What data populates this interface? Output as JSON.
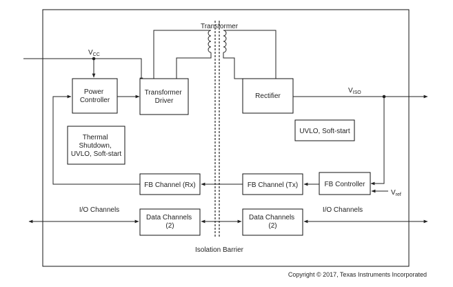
{
  "diagram": {
    "transformer_label": "Transformer",
    "vcc": {
      "main": "V",
      "sub": "CC"
    },
    "viso": {
      "main": "V",
      "sub": "ISO"
    },
    "vref": {
      "main": "V",
      "sub": "ref"
    },
    "blocks": {
      "power_controller": [
        "Power",
        "Controller"
      ],
      "transformer_driver": [
        "Transformer",
        "Driver"
      ],
      "rectifier": [
        "Rectifier"
      ],
      "thermal": [
        "Thermal",
        "Shutdown,",
        "UVLO, Soft-start"
      ],
      "uvlo_right": [
        "UVLO, Soft-start"
      ],
      "fb_rx": [
        "FB Channel (Rx)"
      ],
      "fb_tx": [
        "FB Channel (Tx)"
      ],
      "fb_controller": [
        "FB Controller"
      ],
      "data_left": [
        "Data Channels",
        "(2)"
      ],
      "data_right": [
        "Data Channels",
        "(2)"
      ]
    },
    "io_left": "I/O Channels",
    "io_right": "I/O Channels",
    "isolation_barrier": "Isolation Barrier",
    "copyright": "Copyright © 2017, Texas Instruments Incorporated"
  }
}
